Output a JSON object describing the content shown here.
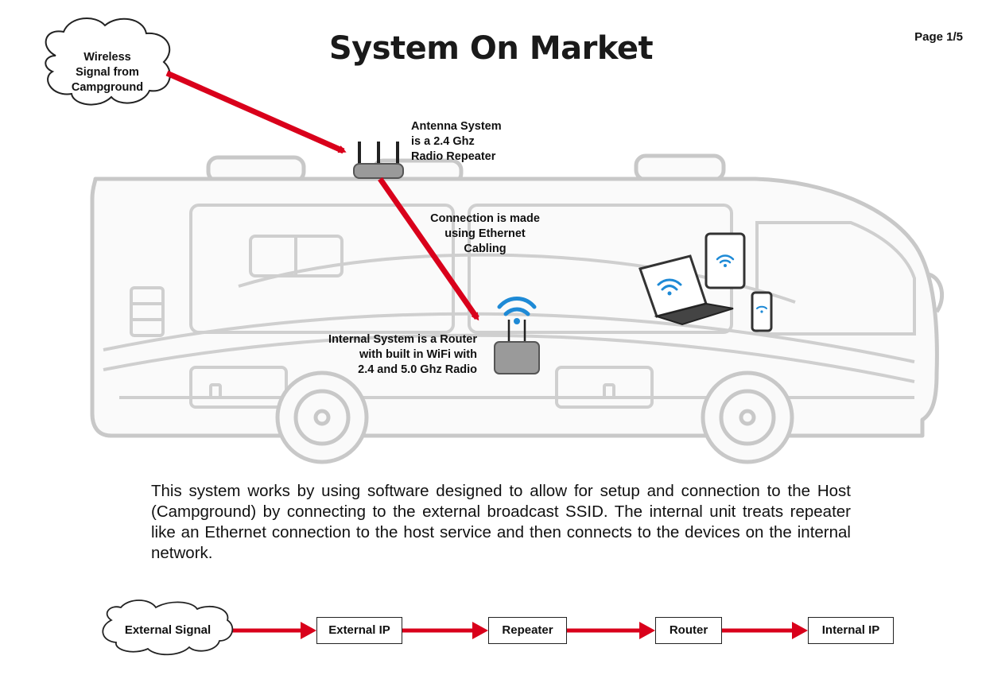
{
  "header": {
    "title": "System On Market",
    "page": "Page 1/5"
  },
  "diagram": {
    "cloud_label": "Wireless\nSignal from\nCampground",
    "antenna_label": "Antenna System\nis a 2.4 Ghz\nRadio Repeater",
    "connection_label": "Connection is made\nusing Ethernet\nCabling",
    "router_label": "Internal System is a Router\nwith built in WiFi with\n2.4 and 5.0 Ghz Radio"
  },
  "description": "This system works by using software designed to allow for setup and connection to the Host (Campground) by connecting to the external broadcast SSID.  The internal unit treats repeater like an Ethernet connection to the host service and then connects to the devices on the internal network.",
  "flow": {
    "steps": [
      "External Signal",
      "External IP",
      "Repeater",
      "Router",
      "Internal IP"
    ]
  },
  "colors": {
    "arrow": "#d9001b",
    "wifi": "#1e8ad6",
    "outline": "#c8c8c8"
  }
}
